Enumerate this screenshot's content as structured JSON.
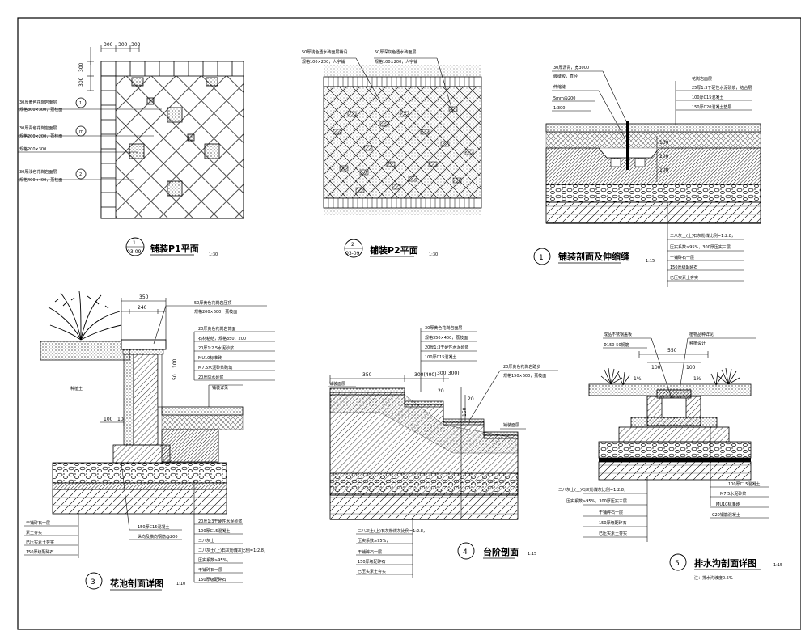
{
  "drawings": [
    {
      "id": "p1",
      "number": "1",
      "ref": "03-09",
      "title": "铺装P1平面",
      "scale": "1:30",
      "dims": [
        "300",
        "300",
        "300",
        "300",
        "300"
      ],
      "notes": [
        "30厚黄色花岗岩面层",
        "规格300×300，荔枝面",
        "30厚青色花岗岩面层",
        "规格200×200，荔枝面",
        "规格200×300",
        "30厚浅色花岗岩面层",
        "规格400×400，荔枝面"
      ],
      "markers": [
        "1",
        "m",
        "2"
      ]
    },
    {
      "id": "p2",
      "number": "2",
      "ref": "03-09",
      "title": "铺装P2平面",
      "scale": "1:30",
      "notes": [
        "50厚浅色透水砖面层铺设",
        "规格100×200，人字铺",
        "50厚深灰色透水砖面层",
        "规格100×200，人字铺"
      ]
    },
    {
      "id": "s1",
      "number": "1",
      "title": "铺装剖面及伸缩缝",
      "scale": "1:15",
      "notes_top": [
        "30厚沥青，宽3000",
        "嵌缝胶，直径",
        "伸缩缝",
        "5mm@200",
        "1:300"
      ],
      "notes_right": [
        "花岗岩面层",
        "25厚1:3干硬性水泥砂浆，结合层",
        "100厚C15混凝土",
        "150厚C20混凝土垫层"
      ],
      "notes_bottom": [
        "二八灰土(上)石灰粉煤比例=1:2.8，",
        "压实系数≥95%，300厚压实三层",
        "干铺碎石一层",
        "150厚级配碎石",
        "已压实素土夯实"
      ],
      "dims": [
        "100",
        "100",
        "100"
      ]
    },
    {
      "id": "s3",
      "number": "3",
      "title": "花池剖面详图",
      "scale": "1:10",
      "dims": [
        "350",
        "240",
        "100",
        "10",
        "100",
        "50"
      ],
      "notes_top": [
        "50厚黄色花岗岩压顶",
        "规格200×600，荔枝面"
      ],
      "notes_right": [
        "20厚黄色花岗岩饰面",
        "石材粘结，规格350，200",
        "20厚1:2.5水泥砂浆",
        "MU10标准砖",
        "M7.5水泥砂浆砌筑",
        "20厚防水砂浆",
        "铺装详见"
      ],
      "notes_left": [
        "种植土"
      ],
      "notes_bottom_left": [
        "干铺碎石一层",
        "素土夯实",
        "已压实素土夯实",
        "150厚级配碎石"
      ],
      "notes_bottom_mid": [
        "150厚C15混凝土",
        "纵向及横向钢筋@200"
      ],
      "notes_bottom_right": [
        "20厚1:3干硬性水泥砂浆",
        "100厚C15混凝土",
        "二八灰土",
        "二八灰土(上)石灰粉煤灰比例=1:2.8，",
        "压实系数≥95%，",
        "干铺碎石一层",
        "150厚级配碎石"
      ]
    },
    {
      "id": "s4",
      "number": "4",
      "title": "台阶剖面",
      "scale": "1:15",
      "dims": [
        "350",
        "300(400)",
        "300(300)",
        "20",
        "20",
        "150"
      ],
      "notes_top": [
        "30厚黄色花岗岩面层",
        "规格350×400，荔枝面",
        "20厚1:3干硬性水泥砂浆",
        "100厚C15混凝土"
      ],
      "notes_right": [
        "20厚黄色花岗岩踏步",
        "规格150×600，荔枝面"
      ],
      "labels": [
        "铺装面层",
        "铺装面层"
      ],
      "notes_bottom": [
        "二八灰土(上)石灰粉煤灰比例=1:2.8，",
        "压实系数≥95%，",
        "干铺碎石一层",
        "150厚级配碎石",
        "已压实素土夯实"
      ]
    },
    {
      "id": "s5",
      "number": "5",
      "title": "排水沟剖面详图",
      "scale": "1:15",
      "dims": [
        "550",
        "100",
        "100",
        "1%",
        "1%"
      ],
      "notes_top": [
        "成品不锈钢盖板",
        "Φ150-50钢筋"
      ],
      "notes_top_right": [
        "植物品种详见",
        "种植设计"
      ],
      "notes_right": [
        "100厚C15混凝土",
        "M7.5水泥砂浆",
        "MU10标准砖",
        "C20钢筋混凝土"
      ],
      "notes_left": [
        "二八灰土(上)石灰粉煤灰比例=1:2.8，",
        "压实系数≥95%，300厚压实三层",
        "干铺碎石一层",
        "150厚级配碎石",
        "已压实素土夯实"
      ],
      "footnote": "注：排水沟坡度0.5%"
    }
  ]
}
